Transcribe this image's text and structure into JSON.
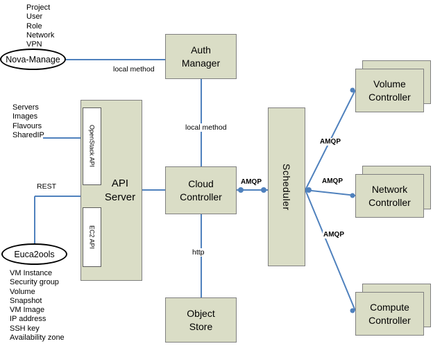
{
  "diagram": {
    "colors": {
      "box_fill": "#DADDC6",
      "box_border": "#7F7F7F",
      "connector_blue": "#4F81BD",
      "background": "#FFFFFF",
      "text": "#000000"
    },
    "nodes": {
      "nova_manage": "Nova-Manage",
      "euca2ools": "Euca2ools",
      "auth_manager": "Auth Manager",
      "api_server": "API Server",
      "openstack_api": "OpenStack API",
      "ec2_api": "EC2 API",
      "cloud_controller": "Cloud Controller",
      "object_store": "Object Store",
      "scheduler": "Scheduler",
      "volume_controller": "Volume Controller",
      "network_controller": "Network Controller",
      "compute_controller": "Compute Controller"
    },
    "edge_labels": {
      "nova_manage_auth": "local method",
      "auth_cloud": "local method",
      "cloud_object": "http",
      "euca_rest": "REST",
      "cloud_scheduler": "AMQP",
      "scheduler_volume": "AMQP",
      "scheduler_network": "AMQP",
      "scheduler_compute": "AMQP"
    },
    "lists": {
      "nova_manage_items": [
        "Project",
        "User",
        "Role",
        "Network",
        "VPN"
      ],
      "api_server_items": [
        "Servers",
        "Images",
        "Flavours",
        "SharedIP"
      ],
      "euca2ools_items": [
        "VM Instance",
        "Security group",
        "Volume",
        "Snapshot",
        "VM Image",
        "IP address",
        "SSH key",
        "Availability zone"
      ]
    }
  }
}
